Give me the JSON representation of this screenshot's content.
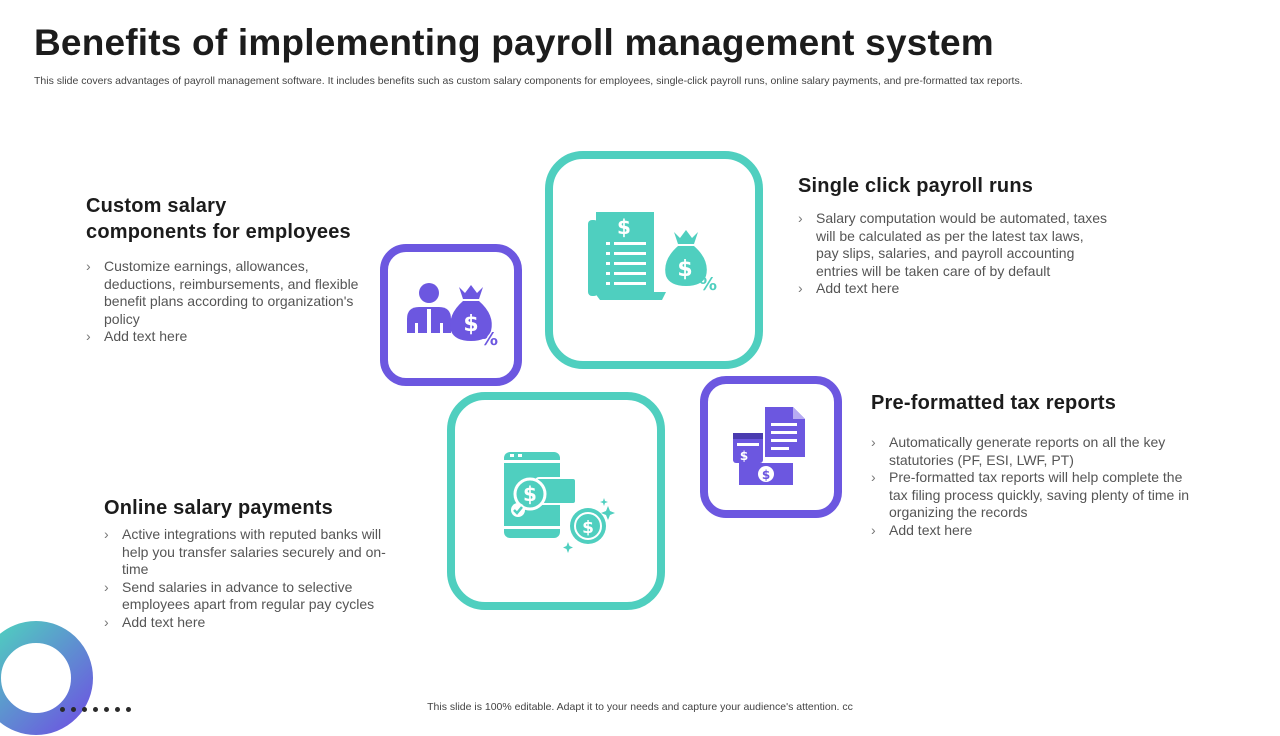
{
  "slide": {
    "title": "Benefits of implementing payroll management system",
    "subtitle": "This slide covers advantages of payroll management software. It includes benefits such as custom salary components for employees, single-click payroll runs, online salary payments, and pre-formatted tax reports.",
    "footer": "This slide is 100% editable. Adapt it to your needs and capture your audience's attention. cc"
  },
  "colors": {
    "teal": "#4fcfbf",
    "purple": "#6c57e0",
    "heading": "#1c1c1c",
    "body_text": "#555555"
  },
  "benefits": [
    {
      "title_lines": [
        "Custom salary",
        "components for employees"
      ],
      "icon": "employee-money-bag-icon",
      "points": [
        "Customize earnings, allowances, deductions, reimbursements, and flexible benefit plans according to organization's policy",
        "Add text here"
      ]
    },
    {
      "title_lines": [
        "Single click payroll runs"
      ],
      "icon": "payslip-money-bag-icon",
      "points": [
        "Salary computation would be automated, taxes will be calculated as per the latest tax laws, pay slips, salaries, and payroll accounting entries will be taken care of by default",
        "Add text here"
      ]
    },
    {
      "title_lines": [
        "Pre-formatted tax reports"
      ],
      "icon": "tax-report-document-icon",
      "points": [
        "Automatically generate reports on all the key statutories (PF, ESI, LWF, PT)",
        "Pre-formatted tax reports will help complete the tax filing process quickly, saving plenty of time in organizing the records",
        "Add text here"
      ]
    },
    {
      "title_lines": [
        "Online salary payments"
      ],
      "icon": "mobile-payment-coin-icon",
      "points": [
        "Active integrations with reputed banks will help you transfer salaries securely and on-time",
        "Send salaries in advance to selective employees apart from regular pay cycles",
        "Add text here"
      ]
    }
  ]
}
